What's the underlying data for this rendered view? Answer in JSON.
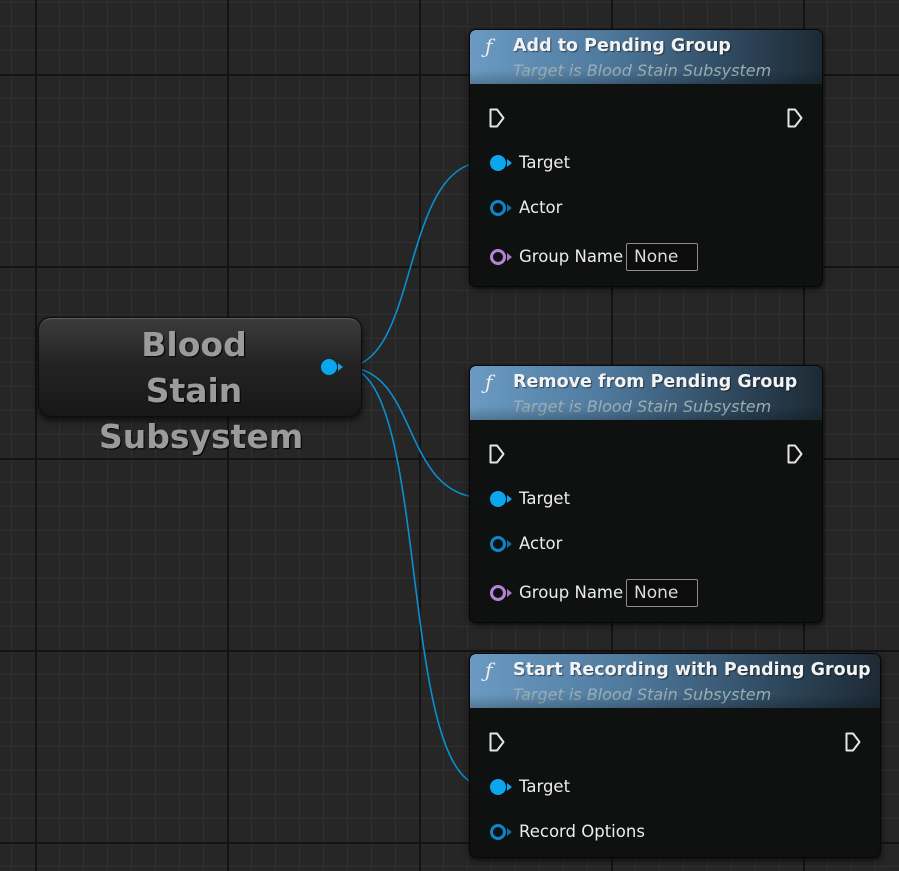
{
  "subsystem_node": {
    "title": "Blood Stain Subsystem"
  },
  "function_nodes": [
    {
      "title": "Add to Pending Group",
      "subtitle": "Target is Blood Stain Subsystem",
      "pins": {
        "target": "Target",
        "actor": "Actor",
        "group_name": "Group Name",
        "group_name_value": "None"
      }
    },
    {
      "title": "Remove from Pending Group",
      "subtitle": "Target is Blood Stain Subsystem",
      "pins": {
        "target": "Target",
        "actor": "Actor",
        "group_name": "Group Name",
        "group_name_value": "None"
      }
    },
    {
      "title": "Start Recording with Pending Group",
      "subtitle": "Target is Blood Stain Subsystem",
      "pins": {
        "target": "Target",
        "record_options": "Record Options"
      }
    }
  ],
  "icons": {
    "function": "function-f-icon",
    "exec": "exec-pin-icon",
    "object_pin": "object-pin-icon",
    "name_pin": "name-pin-icon"
  },
  "colors": {
    "object_pin": "#0aa6ee",
    "name_pin": "#b584d8",
    "header_blue": "#5a86ab",
    "wire": "#0a8fd0"
  }
}
